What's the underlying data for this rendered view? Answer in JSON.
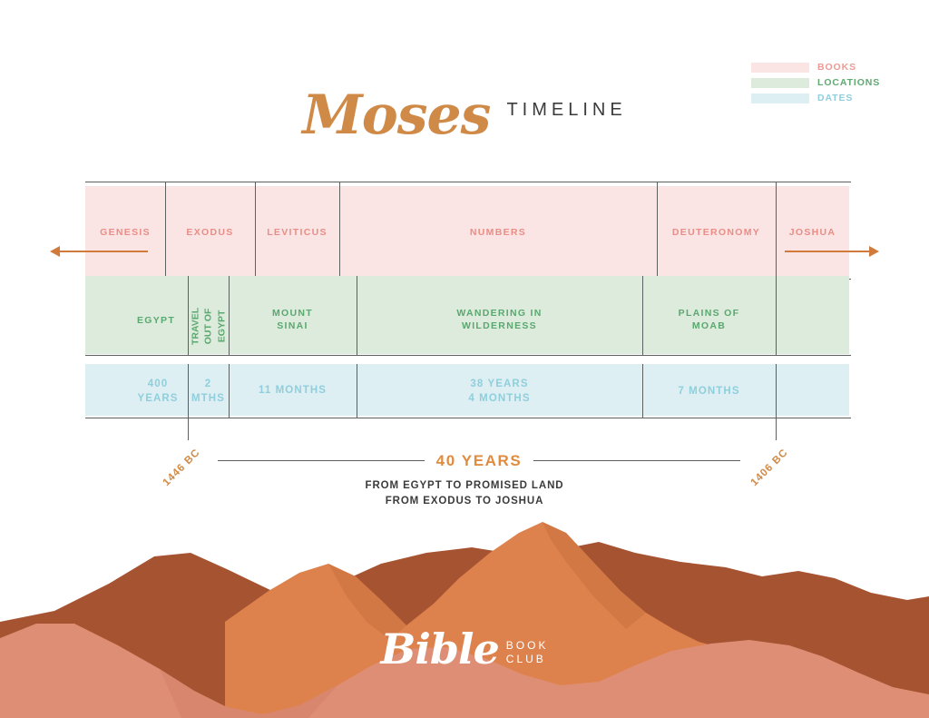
{
  "title": {
    "main": "Moses",
    "sub": "TIMELINE"
  },
  "legend": {
    "items": [
      {
        "label": "BOOKS",
        "swatch": "#FBE5E4",
        "text_color": "#EE9A94"
      },
      {
        "label": "LOCATIONS",
        "swatch": "#DCEBDC",
        "text_color": "#5FA972"
      },
      {
        "label": "DATES",
        "swatch": "#DDEFF2",
        "text_color": "#8FCFDD"
      }
    ]
  },
  "chart_data": {
    "type": "table",
    "title": "Moses Timeline",
    "rows": [
      "BOOKS",
      "LOCATIONS",
      "DATES"
    ],
    "books": [
      "GENESIS",
      "EXODUS",
      "LEVITICUS",
      "NUMBERS",
      "DEUTERONOMY",
      "JOSHUA"
    ],
    "locations": [
      "EGYPT",
      "TRAVEL OUT OF EGYPT",
      "MOUNT SINAI",
      "WANDERING IN WILDERNESS",
      "PLAINS OF MOAB"
    ],
    "dates": [
      "400 YEARS",
      "2 MTHS",
      "11 MONTHS",
      "38 YEARS 4 MONTHS",
      "7 MONTHS"
    ],
    "start_marker": "1446 BC",
    "end_marker": "1406 BC",
    "total_span": "40 YEARS",
    "span_notes": [
      "FROM EGYPT TO PROMISED LAND",
      "FROM EXODUS TO JOSHUA"
    ]
  },
  "books": {
    "b0": "GENESIS",
    "b1": "EXODUS",
    "b2": "LEVITICUS",
    "b3": "NUMBERS",
    "b4": "DEUTERONOMY",
    "b5": "JOSHUA"
  },
  "locations": {
    "l0": "EGYPT",
    "l1": "TRAVEL\nOUT OF\nEGYPT",
    "l1_line1": "TRAVEL",
    "l1_line2": "OUT OF",
    "l1_line3": "EGYPT",
    "l2_line1": "MOUNT",
    "l2_line2": "SINAI",
    "l3_line1": "WANDERING IN",
    "l3_line2": "WILDERNESS",
    "l4_line1": "PLAINS OF",
    "l4_line2": "MOAB"
  },
  "dates": {
    "d0_line1": "400",
    "d0_line2": "YEARS",
    "d1_line1": "2",
    "d1_line2": "MTHS",
    "d2": "11 MONTHS",
    "d3_line1": "38 YEARS",
    "d3_line2": "4 MONTHS",
    "d4": "7 MONTHS"
  },
  "markers": {
    "start": "1446 BC",
    "end": "1406 BC",
    "span": "40 YEARS",
    "note1": "FROM EGYPT TO PROMISED LAND",
    "note2": "FROM EXODUS TO JOSHUA"
  },
  "footer": {
    "logo_name": "Bible",
    "logo_sub1": "BOOK",
    "logo_sub2": "CLUB"
  },
  "colors": {
    "books_fill": "#FBE5E4",
    "books_text": "#EE9A94",
    "locations_fill": "#DCEBDC",
    "locations_text": "#5FA972",
    "dates_fill": "#DDEFF2",
    "dates_text": "#8FCFDD",
    "accent_orange": "#D08A48",
    "arrow_orange": "#D07B3C",
    "rule_gray": "#5B5F5E",
    "mountain_back": "#A65331",
    "mountain_mid": "#DE824D",
    "mountain_front": "#DE8E74"
  }
}
